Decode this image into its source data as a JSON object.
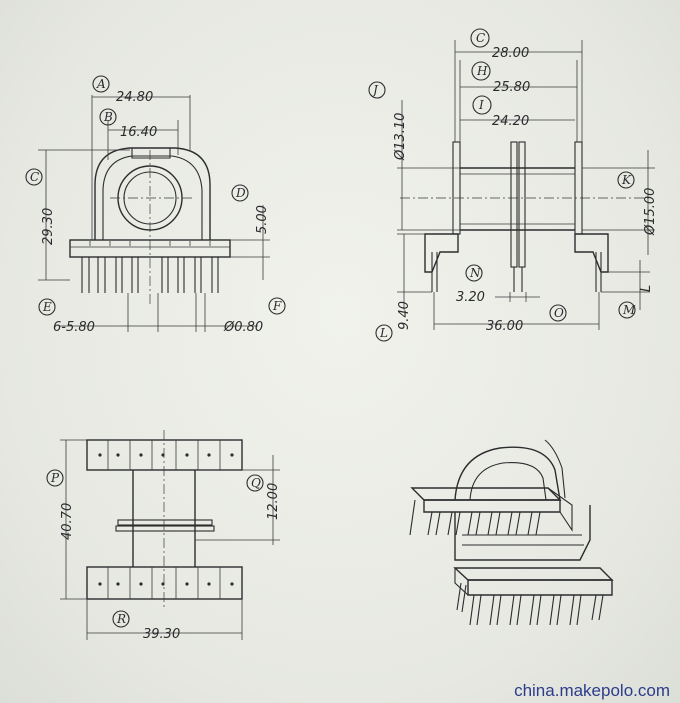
{
  "front_view": {
    "labels": [
      "A",
      "B",
      "C",
      "D",
      "E",
      "F"
    ],
    "dims": {
      "A": "24.80",
      "B": "16.40",
      "C": "29.30",
      "D": "5.00",
      "E": "6-5.80",
      "F": "Ø0.80"
    }
  },
  "side_view": {
    "labels": [
      "C",
      "H",
      "I",
      "J",
      "K",
      "L",
      "M",
      "N",
      "O"
    ],
    "dims": {
      "C": "28.00",
      "H": "25.80",
      "I": "24.20",
      "J": "Ø13.10",
      "K": "Ø15.00",
      "L": "9.40",
      "N": "3.20",
      "O": "36.00",
      "M": "L"
    }
  },
  "top_view": {
    "labels": [
      "P",
      "Q",
      "R"
    ],
    "dims": {
      "P": "40.70",
      "Q": "12.00",
      "R": "39.30"
    }
  },
  "watermark": "china.makepolo.com"
}
